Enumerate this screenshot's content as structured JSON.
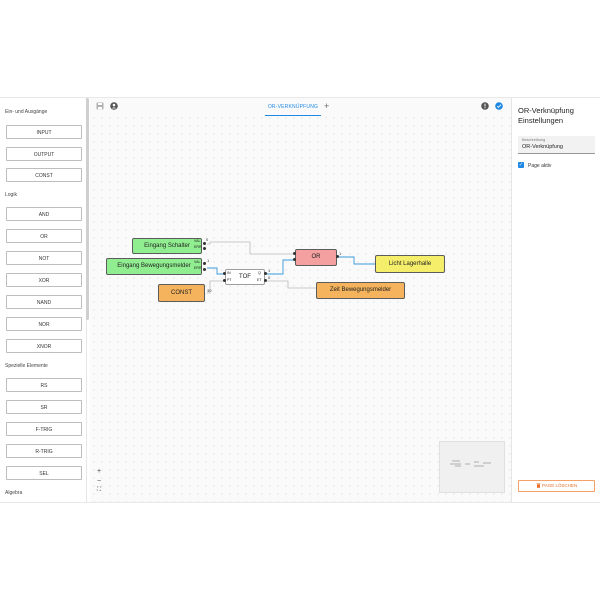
{
  "palette": {
    "sections": [
      {
        "title": "Ein- und Ausgänge",
        "items": [
          "INPUT",
          "OUTPUT",
          "CONST"
        ]
      },
      {
        "title": "Logik",
        "items": [
          "AND",
          "OR",
          "NOT",
          "XOR",
          "NAND",
          "NOR",
          "XNOR"
        ]
      },
      {
        "title": "Spezielle Elemente",
        "items": [
          "RS",
          "SR",
          "F-TRIG",
          "R-TRIG",
          "SEL"
        ]
      },
      {
        "title": "Algebra",
        "items": []
      }
    ]
  },
  "toolbar": {
    "save_icon": "save-icon",
    "account_icon": "account-icon",
    "info_icon": "info-icon",
    "check_icon": "check-circle-icon"
  },
  "tabs": {
    "active": "OR-VERKNÜPFUNG",
    "add": "+"
  },
  "nodes": {
    "input1": {
      "label": "Eingang Schalter",
      "port_val": "VAL",
      "port_err": "ERR",
      "value": "0"
    },
    "input2": {
      "label": "Eingang Bewegungsmelder",
      "port_val": "VAL",
      "port_err": "ERR",
      "value": "1"
    },
    "const": {
      "label": "CONST",
      "value": "30"
    },
    "tof": {
      "label": "TOF",
      "in": "IN",
      "pt": "PT",
      "q": "Q",
      "et": "ET",
      "q_value": "1",
      "et_value": "0"
    },
    "or": {
      "label": "OR",
      "out_value": "1"
    },
    "out1": {
      "label": "Licht Lagerhalle"
    },
    "out2": {
      "label": "Zeit Bewegungsmelder"
    }
  },
  "zoom": {
    "in": "+",
    "out": "−",
    "fit": "⛶"
  },
  "settings": {
    "title": "OR-Verknüpfung Einstellungen",
    "field_label": "Beschreibung",
    "field_value": "OR-Verknüpfung",
    "checkbox_label": "Page aktiv",
    "checkbox_checked": true,
    "delete_label": "PAGE LÖSCHEN"
  },
  "colors": {
    "accent": "#1e88e5",
    "input_node": "#90ee90",
    "const_node": "#f4b35c",
    "or_node": "#f4a0a0",
    "output_light": "#f5ee6a",
    "output_time": "#f4b35c",
    "delete": "#e8702a"
  }
}
